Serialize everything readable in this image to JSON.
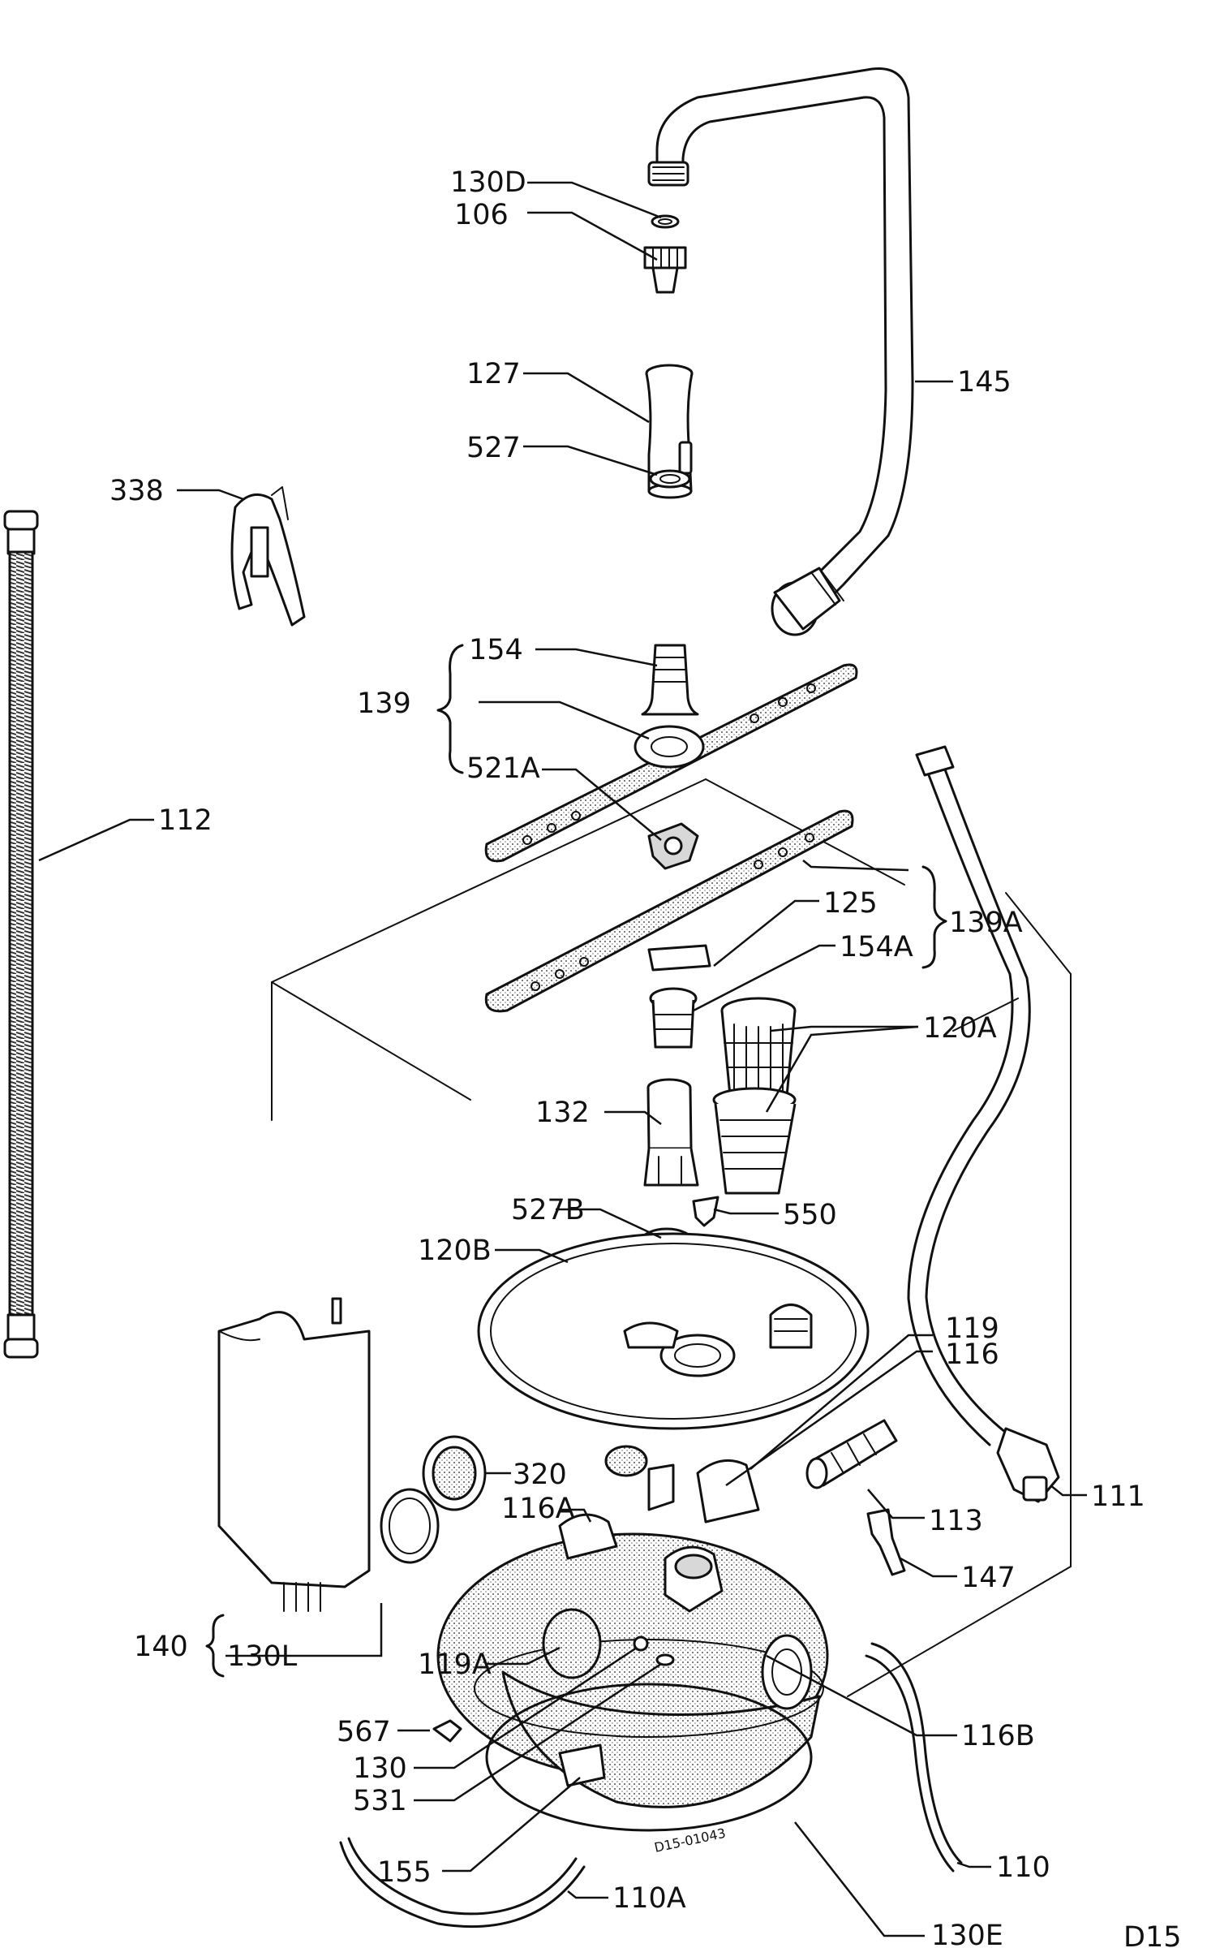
{
  "labels": {
    "l130d": "130D",
    "l106": "106",
    "l145": "145",
    "l127": "127",
    "l527": "527",
    "l338": "338",
    "l154": "154",
    "l139": "139",
    "l521a": "521A",
    "l112": "112",
    "l125": "125",
    "l139a": "139A",
    "l154a": "154A",
    "l120a": "120A",
    "l132": "132",
    "l527b": "527B",
    "l550": "550",
    "l120b": "120B",
    "l119": "119",
    "l116": "116",
    "l320": "320",
    "l116a": "116A",
    "l111": "111",
    "l113": "113",
    "l147": "147",
    "l140": "140",
    "l130l": "130L",
    "l119a": "119A",
    "l567": "567",
    "l130": "130",
    "l531": "531",
    "l116b": "116B",
    "l155": "155",
    "l110": "110",
    "l110a": "110A",
    "l130e": "130E",
    "drawing_ref": "D15-01043",
    "page_code": "D15"
  }
}
